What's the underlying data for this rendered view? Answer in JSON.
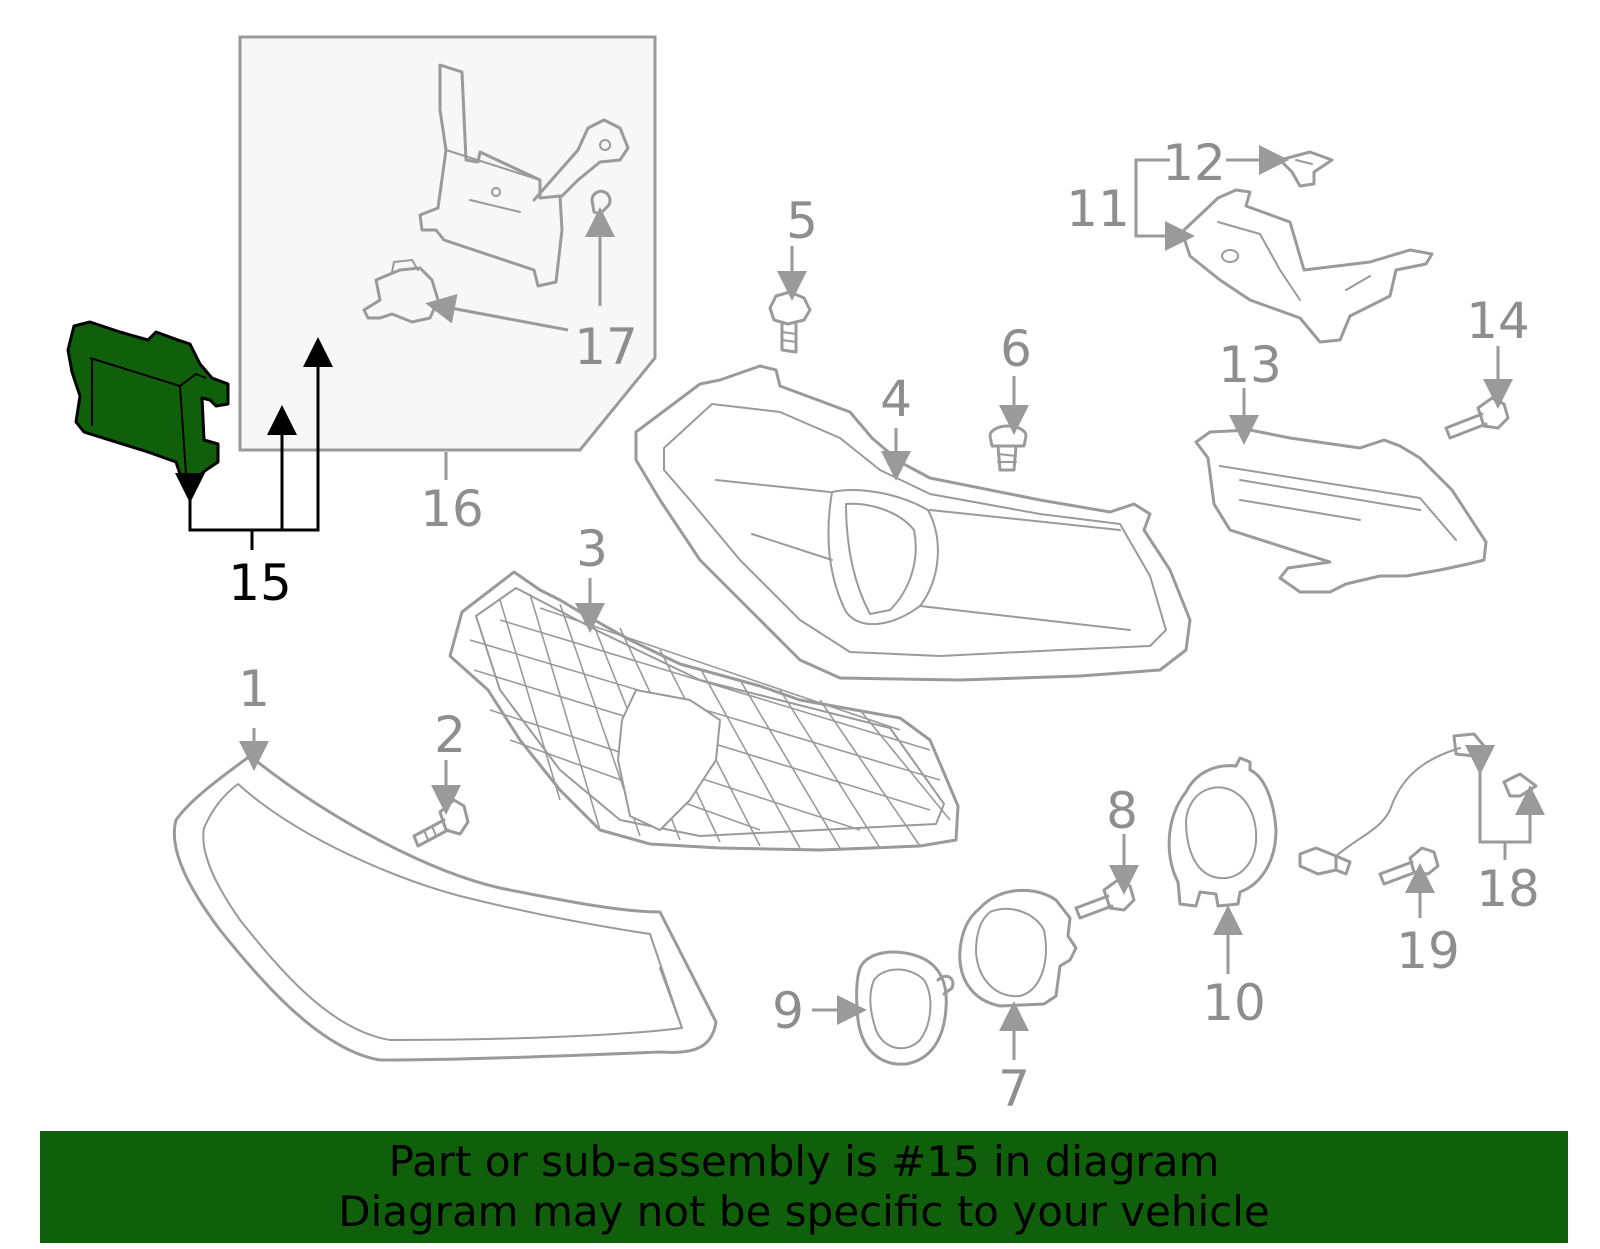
{
  "callouts": {
    "c1": "1",
    "c2": "2",
    "c3": "3",
    "c4": "4",
    "c5": "5",
    "c6": "6",
    "c7": "7",
    "c8": "8",
    "c9": "9",
    "c10": "10",
    "c11": "11",
    "c12": "12",
    "c13": "13",
    "c14": "14",
    "c15": "15",
    "c16": "16",
    "c17": "17",
    "c18": "18",
    "c19": "19"
  },
  "highlighted_part": "15",
  "colors": {
    "highlight": "#10600b",
    "line": "#9a9a9a",
    "banner": "#10600b"
  },
  "banner": {
    "line1": "Part or sub-assembly is #15 in diagram",
    "line2": "Diagram may not be specific to your vehicle"
  }
}
